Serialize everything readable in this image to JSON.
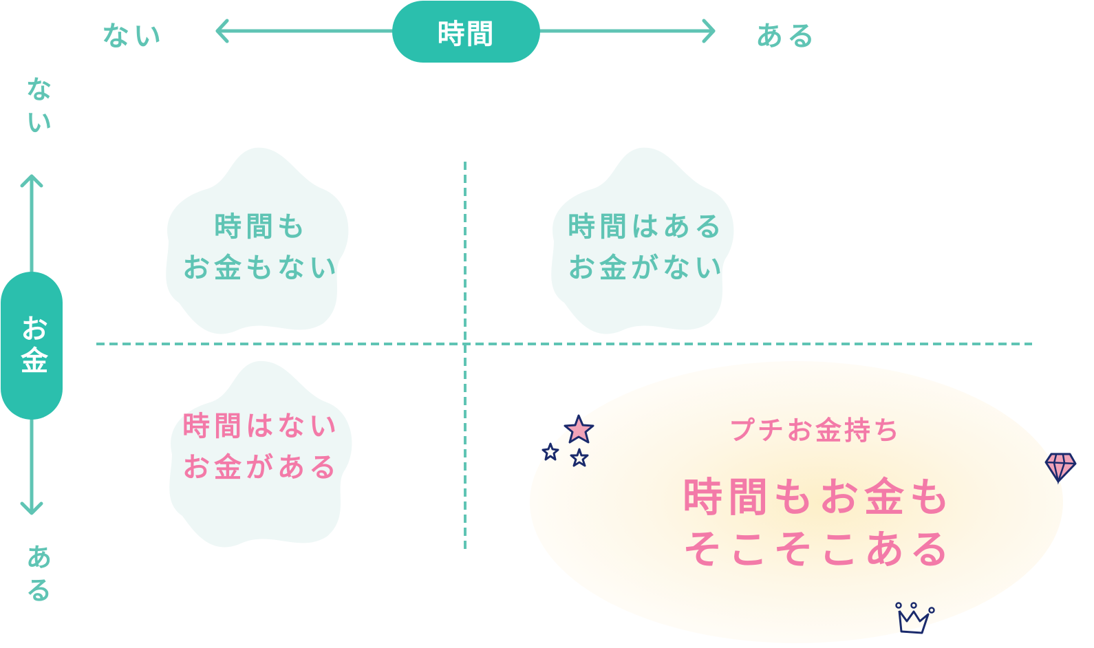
{
  "axes": {
    "horizontal": {
      "title": "時間",
      "left_label": "ない",
      "right_label": "ある"
    },
    "vertical": {
      "title": "お金",
      "top_label": "ない",
      "bottom_label": "ある"
    }
  },
  "quadrants": {
    "top_left": {
      "text": "時間も\nお金もない"
    },
    "top_right": {
      "text": "時間はある\nお金がない"
    },
    "bottom_left": {
      "text": "時間はない\nお金がある"
    },
    "bottom_right": {
      "subtitle": "プチお金持ち",
      "text": "時間もお金も\nそこそこある"
    }
  },
  "colors": {
    "teal_accent": "#2bbfad",
    "teal_text": "#5fc4b4",
    "pink_text": "#f37aa8",
    "blob_fill": "#eef7f6",
    "navy_icon": "#1a2a6c",
    "pink_icon": "#f0a3b8"
  },
  "icons": [
    "star-icon",
    "diamond-icon",
    "crown-icon"
  ]
}
